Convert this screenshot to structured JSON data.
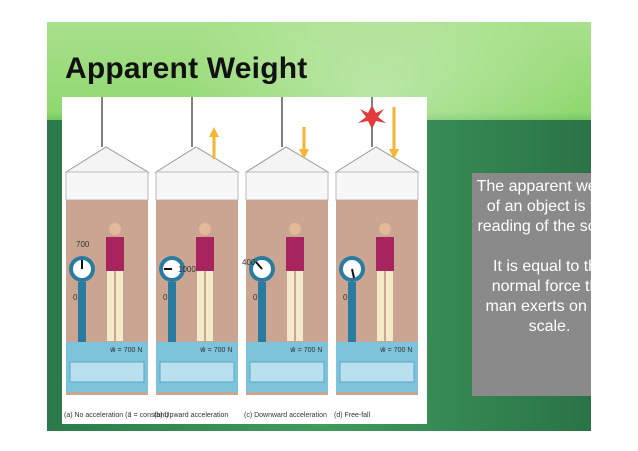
{
  "slide": {
    "title": "Apparent Weight",
    "text_paragraphs": [
      "The apparent weight of an object is the reading of the scale.",
      "It is equal to the normal force the man exerts on the scale."
    ]
  },
  "figure": {
    "panels": [
      {
        "caption": "(a) No acceleration (a⃗ = constant)",
        "scale_reading": "700",
        "weight_label": "w⃗ = 700 N",
        "arrow": "none"
      },
      {
        "caption": "(b) Upward acceleration",
        "scale_reading": "1000",
        "weight_label": "w⃗ = 700 N",
        "arrow": "up"
      },
      {
        "caption": "(c) Downward acceleration",
        "scale_reading": "400",
        "weight_label": "w⃗ = 700 N",
        "arrow": "down"
      },
      {
        "caption": "(d) Free-fall",
        "scale_reading": "0",
        "weight_label": "w⃗ = 700 N",
        "arrow": "down"
      }
    ],
    "zero_label": "0",
    "colors": {
      "room_wall": "#c9a592",
      "floor": "#7ec3dc",
      "shirt": "#a8245f",
      "pants": "#f2eac8",
      "scale_dial": "#2a7ba0",
      "arrow": "#f2b630"
    }
  }
}
